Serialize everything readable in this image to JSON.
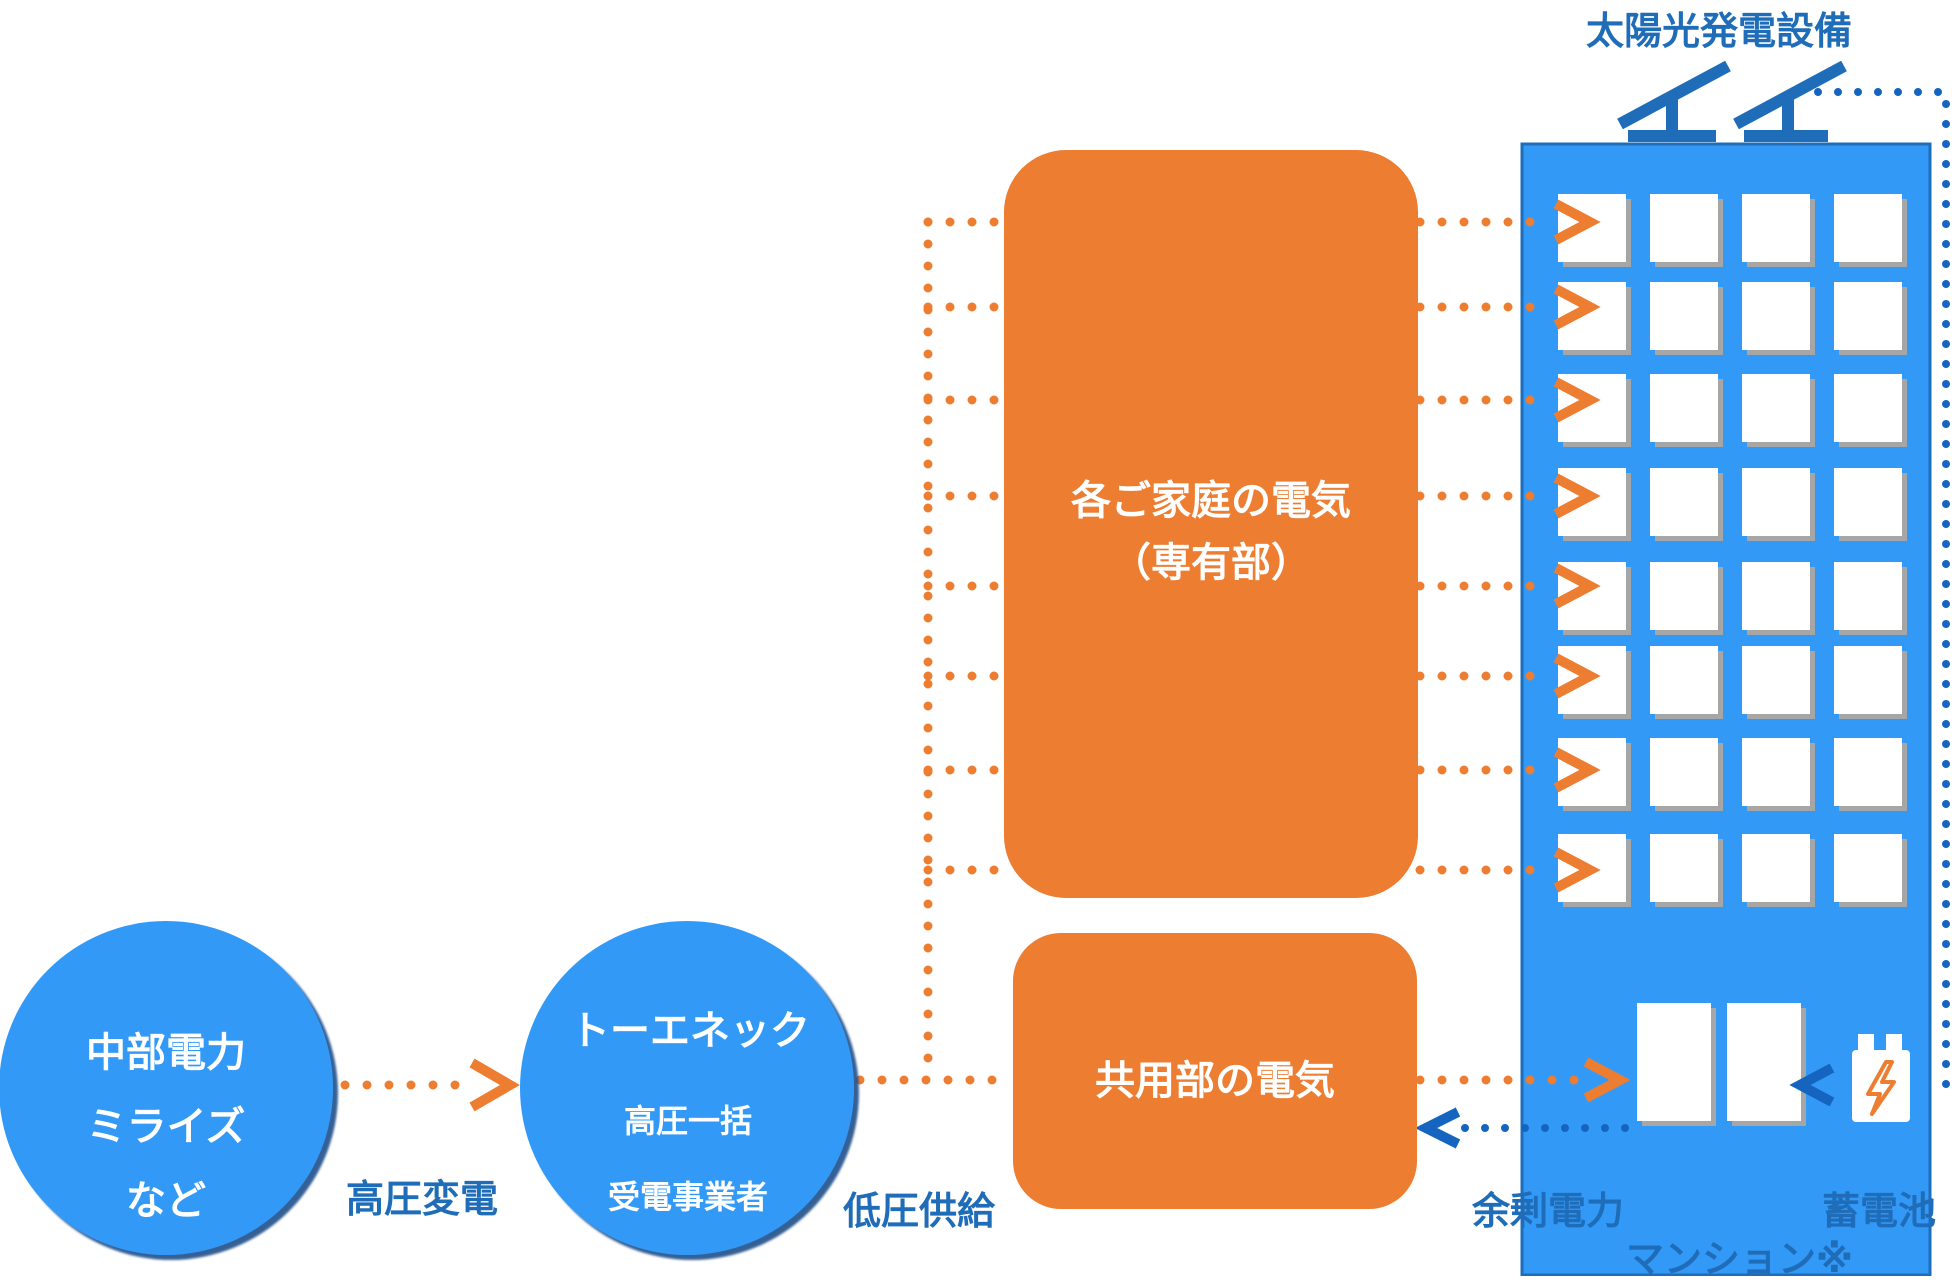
{
  "nodes": {
    "chubu": {
      "lines": [
        "中部電力",
        "ミライズ",
        "など"
      ]
    },
    "toenec": {
      "title": "トーエネック",
      "sub1": "高圧一括",
      "sub2": "受電事業者"
    },
    "household": {
      "line1": "各ご家庭の電気",
      "line2": "（専有部）"
    },
    "common": {
      "label": "共用部の電気"
    }
  },
  "edge_labels": {
    "high_voltage": "高圧変電",
    "low_voltage": "低圧供給",
    "surplus": "余剰電力",
    "battery": "蓄電池",
    "solar": "太陽光発電設備",
    "mansion": "マンション※"
  },
  "colors": {
    "circle_blue": "#3399F7",
    "building_blue": "#3399F7",
    "orange": "#ED7D31",
    "label_blue": "#1F6DB8",
    "line_blue": "#1565C0"
  },
  "icons": [
    "solar-panel-icon",
    "battery-icon",
    "lightning-icon",
    "arrow-right-icon",
    "arrow-left-icon"
  ]
}
